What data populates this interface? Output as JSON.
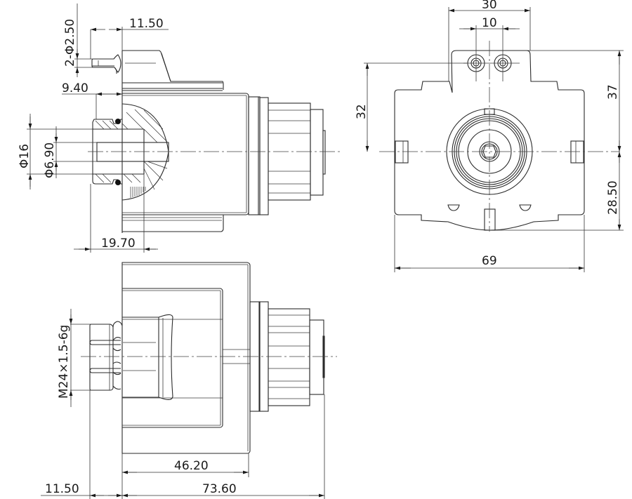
{
  "drawing": {
    "line_color": "#2a2a2a",
    "background": "#ffffff",
    "views": {
      "side_section": {
        "dimensions": {
          "pin_diameter": "2-Φ2.50",
          "pin_length": "11.50",
          "nut_offset": "9.40",
          "thread_outer_dia": "Φ16",
          "bore_dia": "Φ6.90",
          "nut_depth": "19.70"
        }
      },
      "front": {
        "dimensions": {
          "top_width": "30",
          "pin_spacing": "10",
          "pin_height": "32",
          "top_height": "37",
          "bottom_height": "28.50",
          "overall_width": "69"
        }
      },
      "top": {
        "dimensions": {
          "thread_spec": "M24×1.5-6g",
          "body_length": "46.20",
          "pin_projection": "11.50",
          "overall_length": "73.60"
        }
      }
    }
  }
}
